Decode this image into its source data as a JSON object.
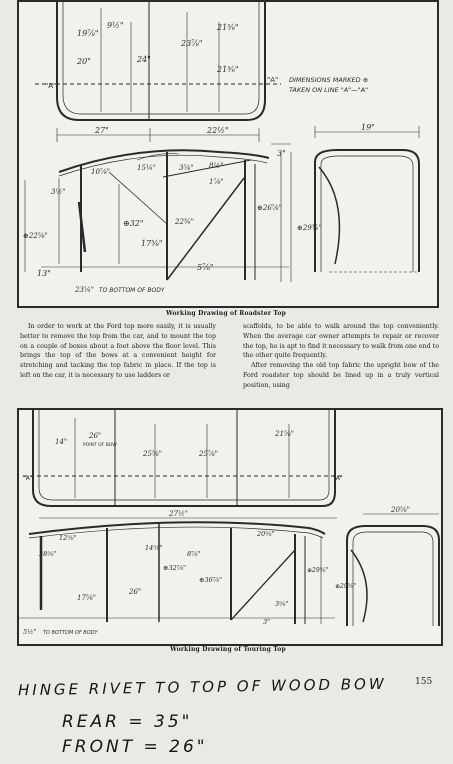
{
  "figure1": {
    "caption": "Working Drawing of Roadster Top",
    "note_line1": "DIMENSIONS MARKED ⊕",
    "note_line2": "TAKEN ON LINE \"A\"—\"A\"",
    "marker_a": "\"A\"",
    "dims": {
      "d1": "19⅞\"",
      "d2": "9½\"",
      "d3": "20\"",
      "d4": "24\"",
      "d5": "23⅞\"",
      "d6": "21⅝\"",
      "d7": "21⅝\"",
      "d8": "27\"",
      "d9": "22½\"",
      "d10": "19\"",
      "d11": "10⅞\"",
      "d12": "15¼\"",
      "d13": "3⅝\"",
      "d14": "8½\"",
      "d15": "1⅞\"",
      "d16": "3\"",
      "d17": "3½\"",
      "d18": "⊕32\"",
      "d19": "22¾\"",
      "d20": "17⅝\"",
      "d21": "⊕26⅞\"",
      "d22": "⊕29¾\"",
      "d23": "⊕22⅝\"",
      "d24": "5⅞\"",
      "d25": "13\"",
      "d26": "23¼\""
    },
    "bottom_label": "TO BOTTOM OF BODY"
  },
  "text_left": "In order to work at the Ford top more easily, it is usually better to remove the top from the car, and to mount the top on a couple of boxes about a foot above the floor level. This brings the top of the bows at a convenient height for stretching and tacking the top fabric in place. If the top is left on the car, it is necessary to use ladders or",
  "text_right_1": "scaffolds, to be able to walk around the top conveniently. When the average car owner attempts to repair or recover the top, he is apt to find it necessary to walk from one end to the other quite frequently.",
  "text_right_2": "After removing the old top fabric the upright bow of the Ford roadster top should be lined up in a truly vertical position, using",
  "figure2": {
    "caption": "Working Drawing of Touring Top",
    "marker_a": "\"A\"",
    "dims": {
      "e1": "14\"",
      "e2": "26\"",
      "e3": "POINT OF BOW",
      "e4": "25⅝\"",
      "e5": "25⅞\"",
      "e6": "21⅝\"",
      "e7": "27½\"",
      "e8": "20⅝\"",
      "e9": "12⅝\"",
      "e10": "14⅝\"",
      "e11": "8⅞\"",
      "e12": "20⅝\"",
      "e13": "28⅝\"",
      "e14": "⊕32⅞\"",
      "e15": "⊕36⅞\"",
      "e16": "17⅝\"",
      "e17": "26\"",
      "e18": "⊕29⅝\"",
      "e19": "3⅝\"",
      "e20": "3\"",
      "e21": "⊕29⅝\"",
      "e22": "5½\""
    },
    "bottom_label": "TO BOTTOM OF BODY"
  },
  "page_number": "155",
  "handwriting": {
    "line1": "HINGE RIVET TO TOP OF WOOD BOW",
    "line2": "REAR = 35\"",
    "line3": "FRONT = 26\""
  }
}
